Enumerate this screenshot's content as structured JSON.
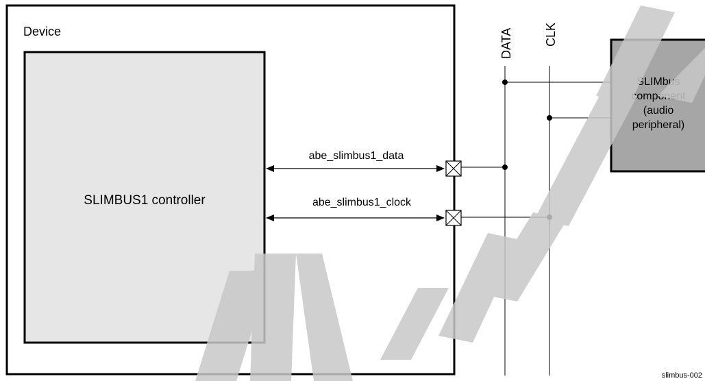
{
  "device": {
    "label": "Device"
  },
  "controller": {
    "label": "SLIMBUS1 controller"
  },
  "signals": {
    "data": "abe_slimbus1_data",
    "clock": "abe_slimbus1_clock"
  },
  "bus": {
    "data_label": "DATA",
    "clk_label": "CLK"
  },
  "component": {
    "line1": "SLIMbus",
    "line2": "component",
    "line3": "(audio",
    "line4": "peripheral)"
  },
  "watermark": {
    "text": "PRELIMINARY",
    "color": "#c8c8c8"
  },
  "figure_id": "slimbus-002"
}
